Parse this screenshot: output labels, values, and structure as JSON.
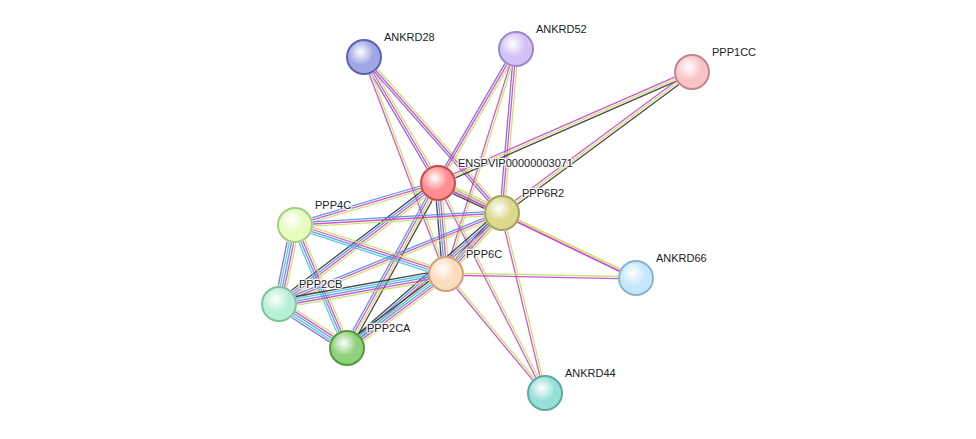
{
  "diagram": {
    "nodes": [
      {
        "text": [
          "ANKRD28"
        ]
      },
      {
        "text": [
          "ANKRD52"
        ]
      },
      {
        "text": [
          "PPP1CC"
        ]
      },
      {
        "text": [
          "ENSPVIP00000003071"
        ]
      },
      {
        "text": [
          "PPP6R2"
        ]
      },
      {
        "text": [
          "PPP4C"
        ]
      },
      {
        "text": [
          "PPP6C"
        ]
      },
      {
        "text": [
          "ANKRD66"
        ]
      },
      {
        "text": [
          "PPP2CB"
        ]
      },
      {
        "text": [
          "PPP2CA"
        ]
      },
      {
        "text": [
          "ANKRD44"
        ]
      }
    ],
    "edges": [
      {
        "from": 0,
        "to": 3,
        "arrow": "none"
      },
      {
        "from": 0,
        "to": 4,
        "arrow": "none"
      },
      {
        "from": 0,
        "to": 6,
        "arrow": "none"
      },
      {
        "from": 1,
        "to": 3,
        "arrow": "none"
      },
      {
        "from": 1,
        "to": 4,
        "arrow": "none"
      },
      {
        "from": 1,
        "to": 6,
        "arrow": "none"
      },
      {
        "from": 2,
        "to": 3,
        "arrow": "none"
      },
      {
        "from": 2,
        "to": 4,
        "arrow": "none"
      },
      {
        "from": 3,
        "to": 4,
        "arrow": "none"
      },
      {
        "from": 3,
        "to": 5,
        "arrow": "none"
      },
      {
        "from": 3,
        "to": 6,
        "arrow": "none"
      },
      {
        "from": 3,
        "to": 8,
        "arrow": "none"
      },
      {
        "from": 3,
        "to": 9,
        "arrow": "none"
      },
      {
        "from": 3,
        "to": 7,
        "arrow": "none"
      },
      {
        "from": 3,
        "to": 10,
        "arrow": "none"
      },
      {
        "from": 4,
        "to": 5,
        "arrow": "none"
      },
      {
        "from": 4,
        "to": 6,
        "arrow": "none"
      },
      {
        "from": 4,
        "to": 8,
        "arrow": "none"
      },
      {
        "from": 4,
        "to": 9,
        "arrow": "none"
      },
      {
        "from": 4,
        "to": 7,
        "arrow": "none"
      },
      {
        "from": 4,
        "to": 10,
        "arrow": "none"
      },
      {
        "from": 5,
        "to": 6,
        "arrow": "none"
      },
      {
        "from": 5,
        "to": 8,
        "arrow": "none"
      },
      {
        "from": 5,
        "to": 9,
        "arrow": "none"
      },
      {
        "from": 6,
        "to": 8,
        "arrow": "none"
      },
      {
        "from": 6,
        "to": 9,
        "arrow": "none"
      },
      {
        "from": 6,
        "to": 7,
        "arrow": "none"
      },
      {
        "from": 6,
        "to": 10,
        "arrow": "none"
      },
      {
        "from": 8,
        "to": 9,
        "arrow": "none"
      }
    ]
  }
}
